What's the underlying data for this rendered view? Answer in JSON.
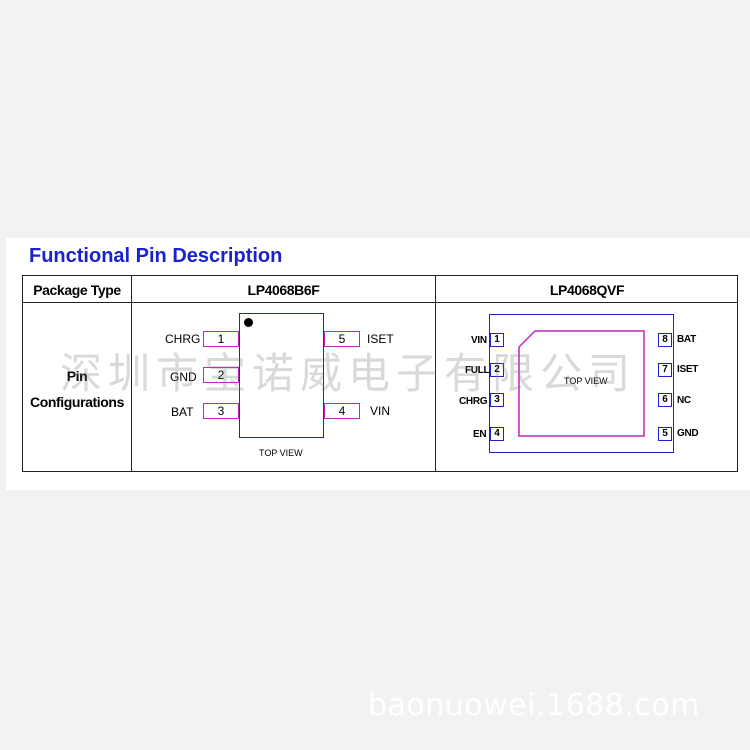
{
  "heading": "Functional Pin Description",
  "table": {
    "header_col1": "Package Type",
    "header_col2": "LP4068B6F",
    "header_col3": "LP4068QVF",
    "row_label_line1": "Pin",
    "row_label_line2": "Configurations"
  },
  "b6f": {
    "left_pins": [
      {
        "name": "CHRG",
        "num": "1"
      },
      {
        "name": "GND",
        "num": "2"
      },
      {
        "name": "BAT",
        "num": "3"
      }
    ],
    "right_pins": [
      {
        "name": "ISET",
        "num": "5"
      },
      {
        "name": "VIN",
        "num": "4"
      }
    ],
    "view_label": "TOP VIEW"
  },
  "qvf": {
    "left_pins": [
      {
        "name": "VIN",
        "num": "1"
      },
      {
        "name": "FULL",
        "num": "2"
      },
      {
        "name": "CHRG",
        "num": "3"
      },
      {
        "name": "EN",
        "num": "4"
      }
    ],
    "right_pins": [
      {
        "name": "BAT",
        "num": "8"
      },
      {
        "name": "ISET",
        "num": "7"
      },
      {
        "name": "NC",
        "num": "6"
      },
      {
        "name": "GND",
        "num": "5"
      }
    ],
    "view_label": "TOP VIEW"
  },
  "watermark_cn": "深圳市宝诺威电子有限公司",
  "watermark_url": "baonuowei.1688.com",
  "colors": {
    "heading": "#1a22cc",
    "pin_box": "#c026c0",
    "chip_outline": "#2222cc"
  }
}
